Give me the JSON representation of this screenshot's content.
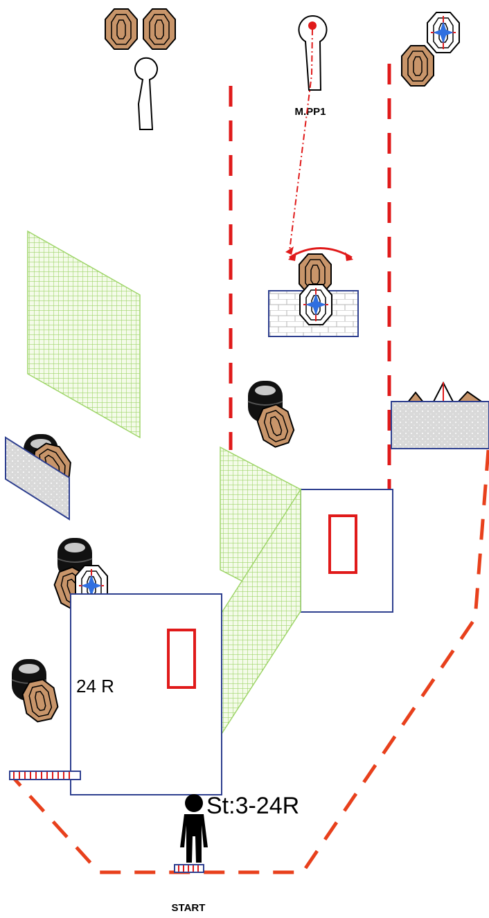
{
  "labels": {
    "popper": "M.PP1",
    "rounds": "24 R",
    "stage_info": "St:3-24R",
    "start": "START"
  },
  "colors": {
    "fault_line": "#e8401c",
    "wall_dash": "#e01a1a",
    "target_tan": "#c8956a",
    "no_shoot_cross": "#2f6fe0",
    "wall_outline": "#2e3f8f",
    "mesh_green": "#9fd56a",
    "barrel": "#111111"
  },
  "icons": [
    "paper-target-icon",
    "no-shoot-target-icon",
    "popper-icon",
    "barrel-icon",
    "shooter-icon",
    "swinger-arrow-icon",
    "door-icon"
  ]
}
